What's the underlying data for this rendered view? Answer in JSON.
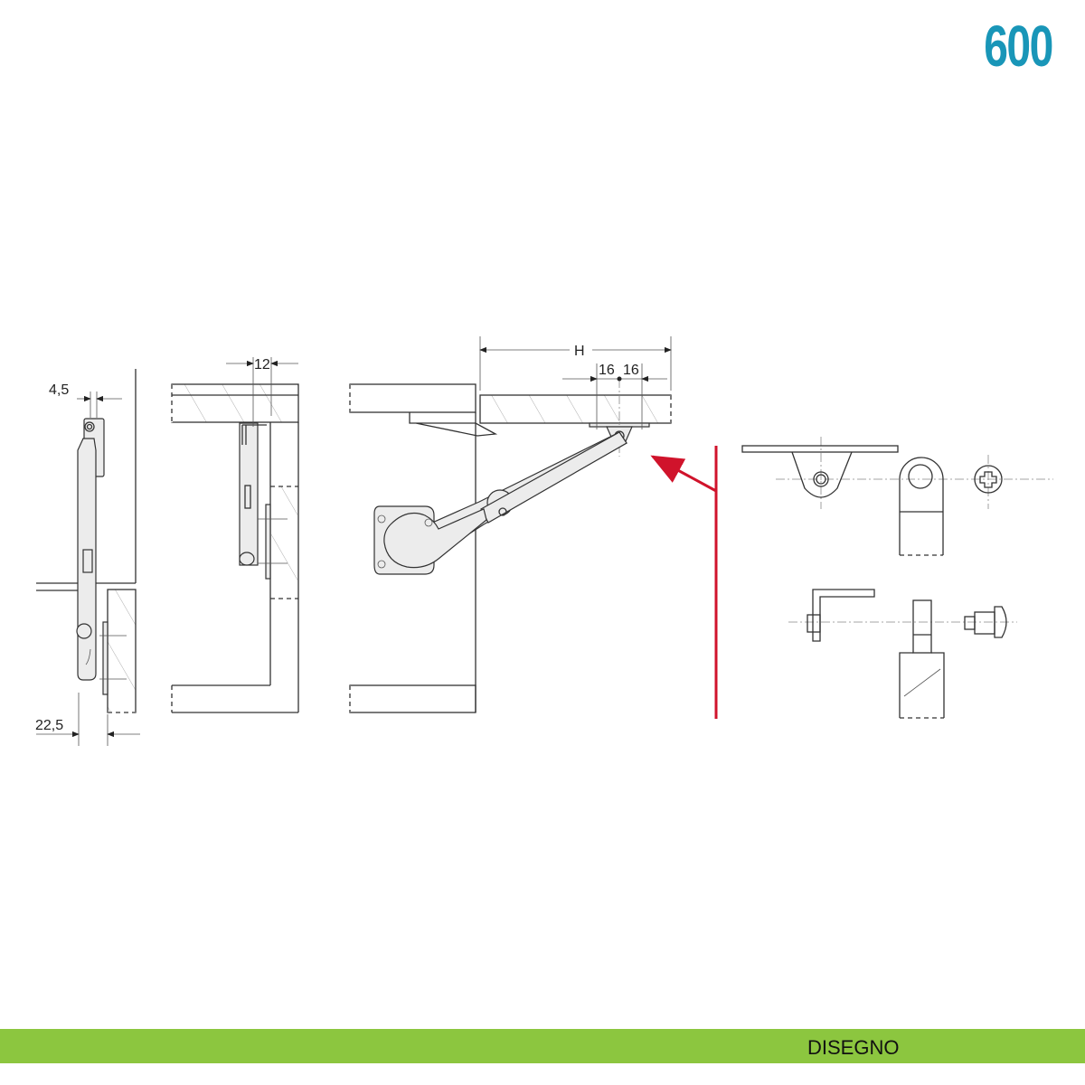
{
  "logo": {
    "text": "600",
    "color": "#1996b8"
  },
  "footer": {
    "label": "DISEGNO",
    "bar_color": "#8cc63f"
  },
  "dimensions": {
    "side_view_offset": "4,5",
    "side_view_depth": "22,5",
    "section_view_offset": "12",
    "front_view_height": "H",
    "hole_spacing_left": "16",
    "hole_spacing_right": "16"
  },
  "accent_color": "#d0132b"
}
